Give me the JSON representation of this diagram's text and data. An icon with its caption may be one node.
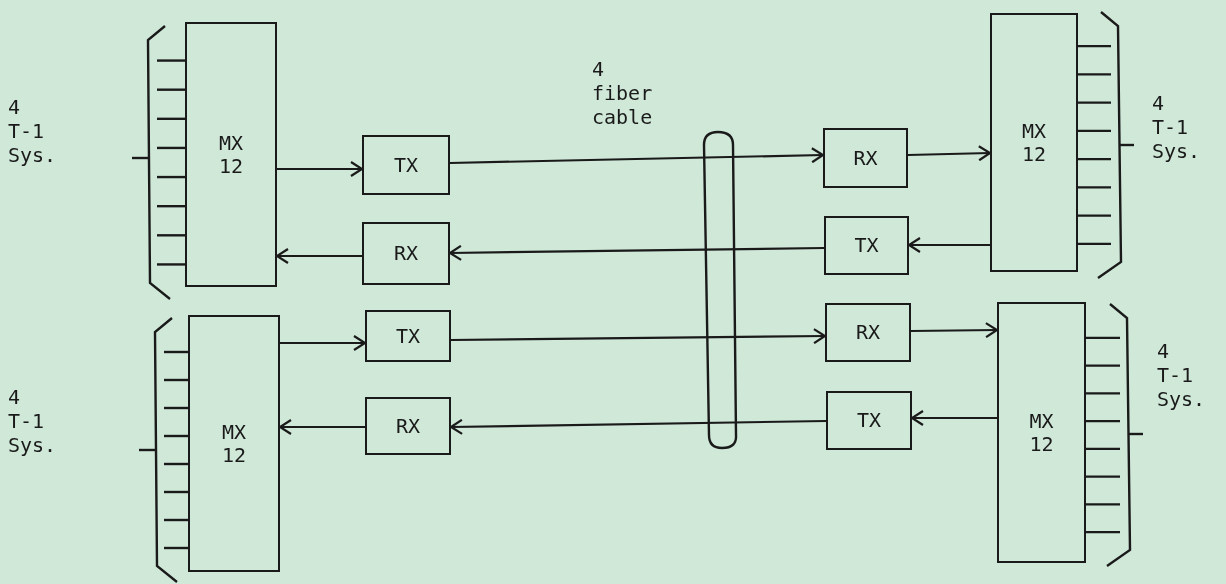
{
  "diagram": {
    "nodes": [
      {
        "text": [
          "MX 12"
        ]
      },
      {
        "text": [
          "TX"
        ]
      },
      {
        "text": [
          "RX"
        ]
      },
      {
        "text": [
          "MX 12"
        ]
      },
      {
        "text": [
          "TX"
        ]
      },
      {
        "text": [
          "RX"
        ]
      },
      {
        "text": [
          "RX"
        ]
      },
      {
        "text": [
          "TX"
        ]
      },
      {
        "text": [
          "MX 12"
        ]
      },
      {
        "text": [
          "RX"
        ]
      },
      {
        "text": [
          "TX"
        ]
      },
      {
        "text": [
          "MX 12"
        ]
      }
    ],
    "edges": [
      {
        "from": 0,
        "to": 1,
        "arrow": "to"
      },
      {
        "from": 1,
        "to": 6,
        "arrow": "to"
      },
      {
        "from": 6,
        "to": 8,
        "arrow": "to"
      },
      {
        "from": 8,
        "to": 7,
        "arrow": "to"
      },
      {
        "from": 7,
        "to": 2,
        "arrow": "to"
      },
      {
        "from": 2,
        "to": 0,
        "arrow": "to"
      },
      {
        "from": 3,
        "to": 4,
        "arrow": "to"
      },
      {
        "from": 4,
        "to": 9,
        "arrow": "to"
      },
      {
        "from": 9,
        "to": 11,
        "arrow": "to"
      },
      {
        "from": 11,
        "to": 10,
        "arrow": "to"
      },
      {
        "from": 10,
        "to": 5,
        "arrow": "to"
      },
      {
        "from": 5,
        "to": 3,
        "arrow": "to"
      }
    ],
    "labels": [
      "4 T-1 Sys.",
      "4 fiber cable",
      "4 T-1 Sys.",
      "4 T-1 Sys.",
      "4 T-1 Sys."
    ]
  }
}
